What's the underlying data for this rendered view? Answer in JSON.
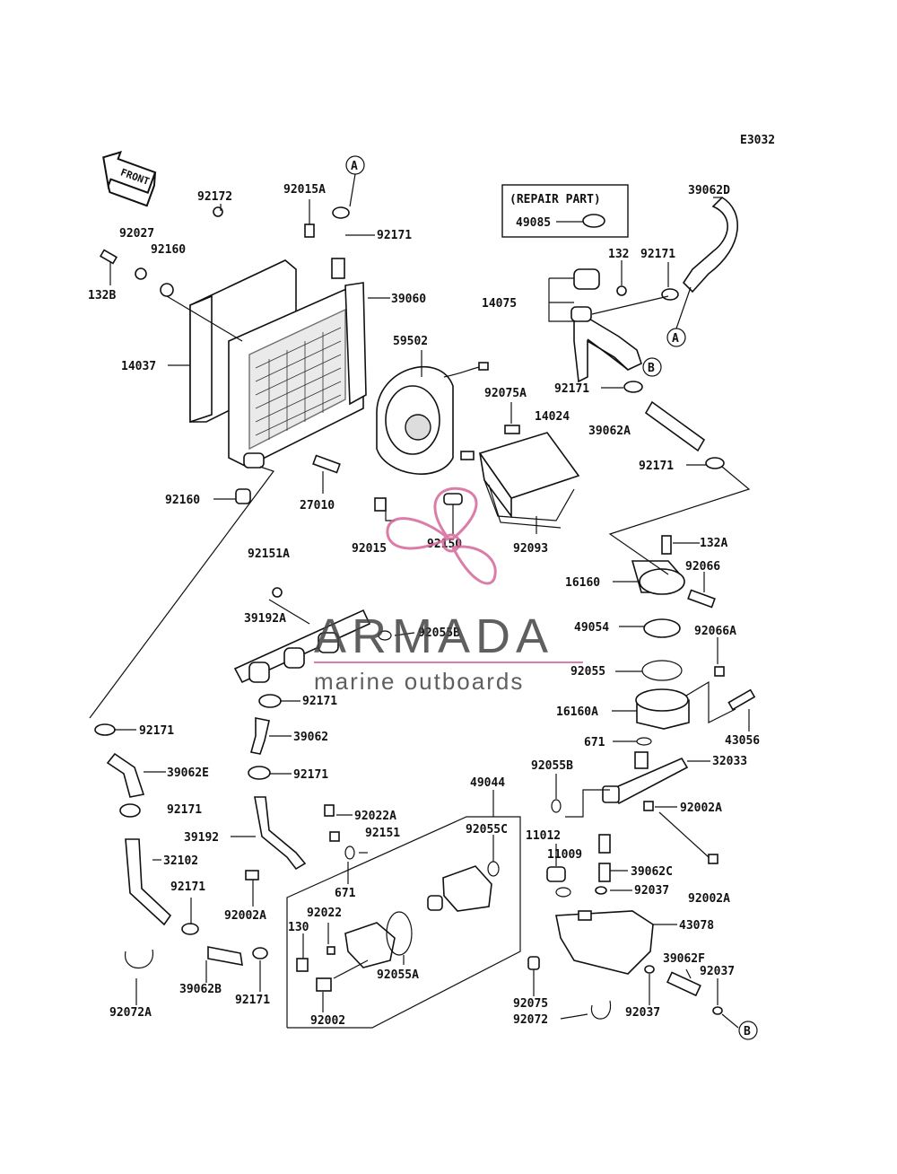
{
  "diagram_code": "E3032",
  "front_label": "FRONT",
  "repair_box": {
    "title": "(REPAIR PART)",
    "part": "49085"
  },
  "watermark": {
    "brand": "ARMADA",
    "tagline": "marine outboards",
    "color": "#d4679a"
  },
  "callouts": {
    "A": "A",
    "B": "B"
  },
  "labels": [
    "92172",
    "92015A",
    "92171",
    "39062D",
    "92027",
    "92160",
    "132B",
    "132",
    "92171",
    "14075",
    "39060",
    "14037",
    "59502",
    "92075A",
    "14024",
    "92171",
    "39062A",
    "92171",
    "92160",
    "27010",
    "92015",
    "92150",
    "92093",
    "132A",
    "92066",
    "16160",
    "49054",
    "92066A",
    "92151A",
    "39192A",
    "92055B",
    "92055",
    "92171",
    "16160A",
    "43056",
    "92171",
    "39062",
    "671",
    "32033",
    "39062E",
    "92171",
    "92055B",
    "92171",
    "49044",
    "92002A",
    "39192",
    "92022A",
    "92151",
    "92055C",
    "11012",
    "11009",
    "39062C",
    "32102",
    "671",
    "92037",
    "92002A",
    "92171",
    "92022",
    "130",
    "92002A",
    "43078",
    "39062F",
    "92037",
    "92055A",
    "92075",
    "92072A",
    "39062B",
    "92171",
    "92002",
    "92072",
    "92037"
  ]
}
